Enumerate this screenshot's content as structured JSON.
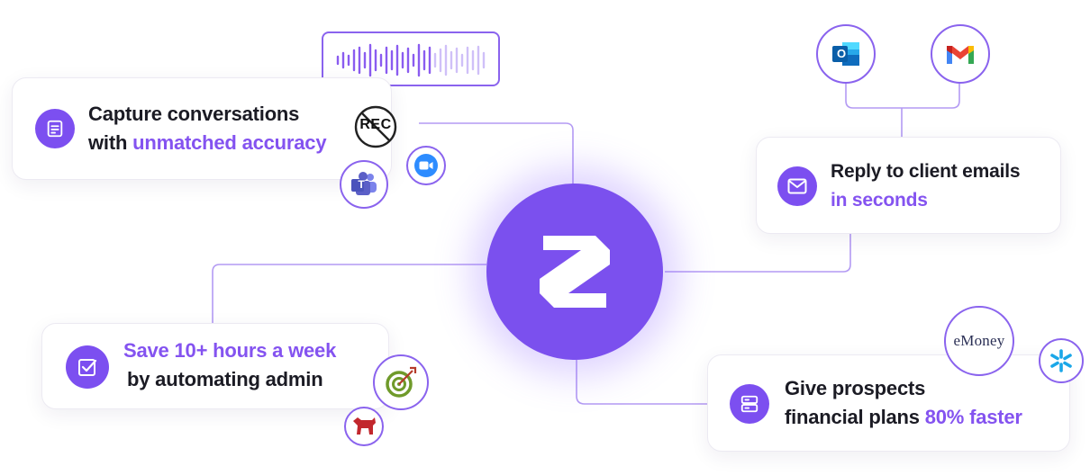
{
  "cards": {
    "capture": {
      "line1": "Capture conversations",
      "line2_prefix": "with ",
      "line2_accent": "unmatched accuracy",
      "icon": "document-icon"
    },
    "reply": {
      "line1": "Reply to client emails",
      "line2_accent": "in seconds",
      "icon": "mail-icon"
    },
    "save": {
      "line1_accent": "Save 10+ hours a week",
      "line2": "by automating admin",
      "icon": "checkbox-icon"
    },
    "prospects": {
      "line1": "Give prospects",
      "line2_prefix": "financial plans ",
      "line2_accent": "80% faster",
      "icon": "server-icon"
    }
  },
  "integrations": {
    "rec_label": "REC",
    "emoney_label": "eMoney",
    "outlook_letter": "O",
    "teams_letter": "T"
  },
  "colors": {
    "accent": "#7c4ff0",
    "text": "#1b1b24",
    "line": "#a98cf2"
  }
}
